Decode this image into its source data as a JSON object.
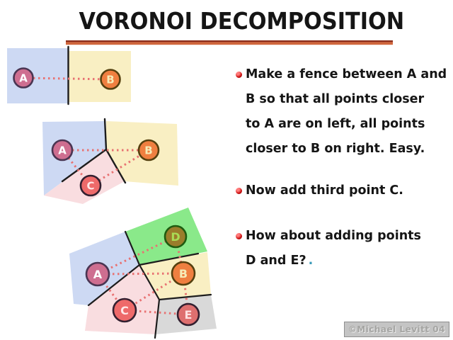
{
  "title": "VORONOI DECOMPOSITION",
  "sites": {
    "a": "A",
    "b": "B",
    "c": "C",
    "d": "D",
    "e": "E"
  },
  "bullets": [
    {
      "lines": [
        "Make a fence between A and",
        "B so that all points closer",
        "to A are on left, all points",
        "closer to B on right. Easy."
      ]
    },
    {
      "lines": [
        "Now add third point C."
      ]
    },
    {
      "lines": [
        "How about adding points",
        "D and E?"
      ],
      "suffix": "."
    }
  ],
  "watermark": "©Michael Levitt 04",
  "palette": {
    "ink": "#151515",
    "underline_top": "#8c2c18",
    "underline_bottom": "#d0663c",
    "region_blue": "#cdd9f3",
    "region_yellow": "#f9efc3",
    "region_pink": "#f9dde0",
    "region_green": "#8ae98a",
    "region_gray": "#d9d9d9",
    "site_a_fill": "#ce6e90",
    "site_a_stroke": "#4a3552",
    "site_a_text": "#ffffff",
    "site_b_fill": "#ef7f40",
    "site_b_stroke": "#55400f",
    "site_b_text": "#f6ecb8",
    "site_c_fill": "#ee6a6a",
    "site_c_stroke": "#332030",
    "site_c_text": "#ffe8e8",
    "site_d_fill": "#9a7d2b",
    "site_d_stroke": "#1f5c10",
    "site_d_text": "#aadc55",
    "site_e_fill": "#de6f6f",
    "site_e_stroke": "#332030",
    "site_e_text": "#ffe0e0",
    "dotted": "#e87272",
    "edge_black": "#1d1d1d",
    "bullet_red": "#cc1111",
    "blue_period": "#3a9ab8",
    "wm_bg": "#c4c4c4",
    "wm_border": "#8f8f8f",
    "wm_text": "#a5a5a3"
  }
}
